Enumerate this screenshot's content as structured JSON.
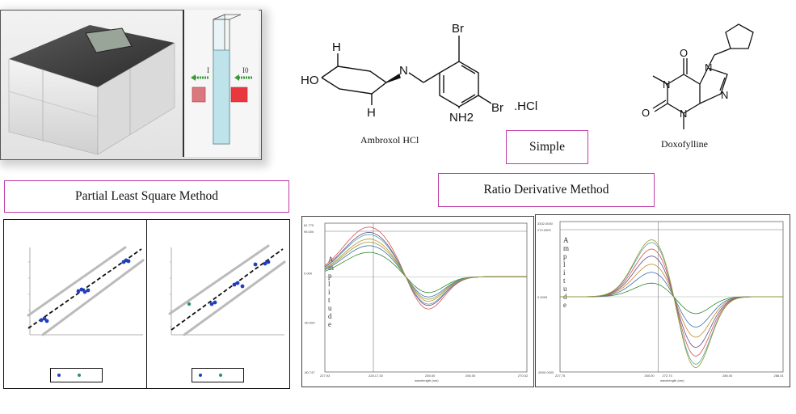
{
  "labels": {
    "pls": "Partial Least Square Method",
    "ratio": "Ratio Derivative Method",
    "simple": "Simple"
  },
  "compounds": {
    "ambroxol": {
      "name": "Ambroxol HCl",
      "atoms": [
        "HO",
        "H",
        "H",
        "N",
        "Br",
        "Br",
        "NH2",
        ".HCl"
      ]
    },
    "doxofylline": {
      "name": "Doxofylline",
      "atoms": [
        "O",
        "O",
        "N",
        "N",
        "N",
        "N"
      ]
    }
  },
  "cuvette": {
    "label_left": "I",
    "label_right": "I0"
  },
  "spectra": {
    "left": {
      "ylabel": "Amplitude",
      "yticks": [
        "81.775",
        "0.000",
        "-50.000",
        "-80.747"
      ],
      "marker": "95.000",
      "xticks": [
        "227.93",
        "228.17.30",
        "255.00",
        "265.00",
        "270.02"
      ],
      "xlabel": "wavelength (nm)"
    },
    "right": {
      "ylabel": "Amplitude",
      "yticks": [
        "3302.0000",
        "0.0000",
        "-5000.0000"
      ],
      "marker": "270.0000",
      "xticks": [
        "227.75",
        "260.00",
        "272.74",
        "285.00",
        "288.01"
      ],
      "xlabel": "wavelength (nm)"
    }
  },
  "colors": {
    "frame_accent": "#c03ca8",
    "pls_points_primary": "#1f3fbf",
    "pls_points_secondary": "#2f8f6f",
    "spectra": [
      "#2a8a2a",
      "#3b6fb3",
      "#c08a2a",
      "#6a4a8a",
      "#d45050",
      "#4fa3a3",
      "#9a9a30",
      "#5a5a5a"
    ]
  },
  "icons": [
    "spectrophotometer-image",
    "cuvette-icon",
    "green-arrow-icon"
  ]
}
